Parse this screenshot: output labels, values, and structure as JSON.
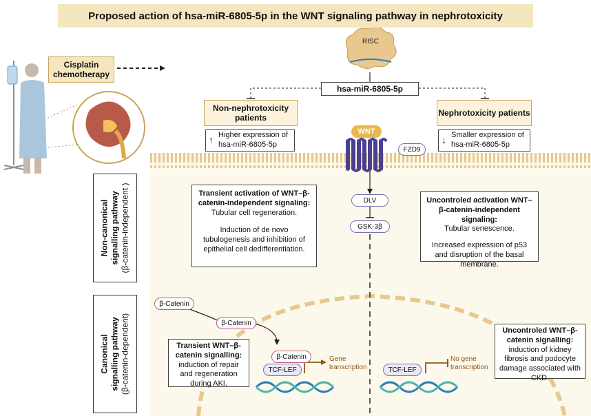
{
  "title": "Proposed action of hsa-miR-6805-5p in the WNT signaling pathway in nephrotoxicity",
  "cisplatin": "Cisplatin chemotherapy",
  "risc": "RISC",
  "mirna": "hsa-miR-6805-5p",
  "non_nephro": {
    "title": "Non-nephrotoxicity patients",
    "expression": "Higher expression of hsa-miR-6805-5p"
  },
  "nephro": {
    "title": "Nephrotoxicity patients",
    "expression": "Smaller expression of hsa-miR-6805-5p"
  },
  "wnt": "WNT",
  "fzd9": "FZD9",
  "dlv": "DLV",
  "gsk": "GSK-3β",
  "noncanonical_label": {
    "line1": "Non-canonical",
    "line2": "signalling pathway",
    "line3": "(β-catenin-independent )"
  },
  "canonical_label": {
    "line1": "Canonical",
    "line2": "signalling pathway",
    "line3": "(β-catenin-dependent)"
  },
  "left_noncanonical": {
    "heading": "Transient activation of WNT–β-catenin-independent signaling:",
    "line1": "Tubular cell regeneration.",
    "line2": "Induction of de novo tubulogenesis and inhibition of epithelial cell dedifferentiation."
  },
  "right_noncanonical": {
    "heading": "Uncontroled activation WNT–β-catenin-independent signaling:",
    "line1": "Tubular senescence.",
    "line2": "Increased expression of p53 and disruption of the basal membrane."
  },
  "left_canonical": {
    "heading": "Transient WNT–β-catenin signalling:",
    "body": "induction of repair and regeneration during AKI."
  },
  "right_canonical": {
    "heading": "Uncontroled WNT–β-catenin signalling:",
    "body": "induction of kidney fibrosis and podocyte damage associated with CKD."
  },
  "bcatenin": "β-Catenin",
  "tcf": "TCF-LEF",
  "gene_transcription": "Gene transcription",
  "no_gene_transcription": "No gene transcription",
  "colors": {
    "title_bg": "#f5e6bf",
    "wnt": "#e8b84a",
    "receptor": "#4b3f8f",
    "dna_blue": "#2a7fb8",
    "dna_teal": "#4fb3a9"
  }
}
